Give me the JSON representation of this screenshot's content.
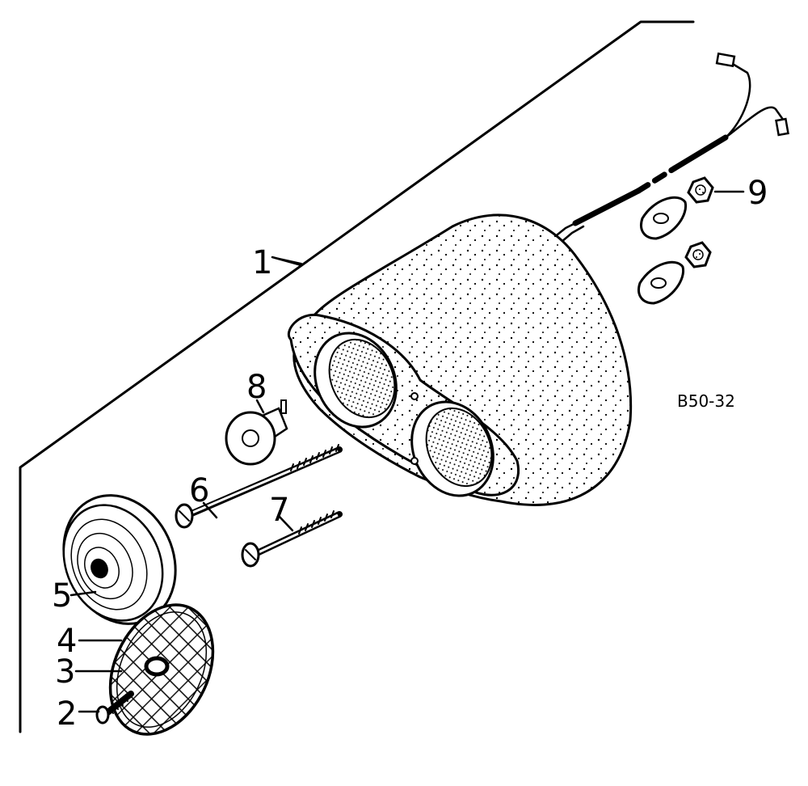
{
  "drawing": {
    "reference": "B50-32"
  },
  "callouts": [
    {
      "id": "1",
      "label": "1"
    },
    {
      "id": "2",
      "label": "2"
    },
    {
      "id": "3",
      "label": "3"
    },
    {
      "id": "4",
      "label": "4"
    },
    {
      "id": "5",
      "label": "5"
    },
    {
      "id": "6",
      "label": "6"
    },
    {
      "id": "7",
      "label": "7"
    },
    {
      "id": "8",
      "label": "8"
    },
    {
      "id": "9",
      "label": "9"
    }
  ]
}
